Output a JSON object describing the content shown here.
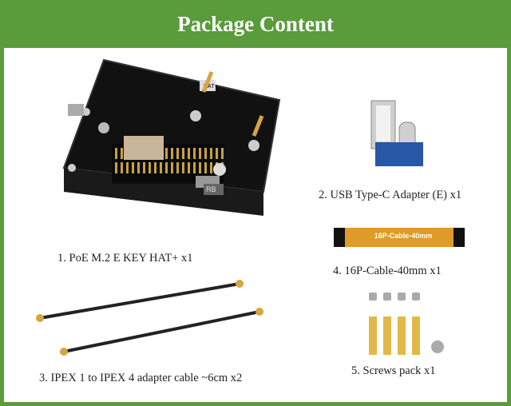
{
  "header": {
    "title": "Package Content"
  },
  "items": [
    {
      "caption": "1. PoE M.2 E KEY HAT+ x1"
    },
    {
      "caption": "2. USB Type-C Adapter (E) x1"
    },
    {
      "caption": "3. IPEX 1 to IPEX 4 adapter cable ~6cm x2"
    },
    {
      "caption": "4. 16P-Cable-40mm x1"
    },
    {
      "caption": "5. Screws pack x1"
    }
  ],
  "ribbon_print": "16P-Cable-40mm",
  "board_labels": {
    "hat_silk": "HAT+",
    "rb_silk": "RB"
  },
  "colors": {
    "accent": "#5a9c3c",
    "header_text": "#ffffff",
    "board": "#111111",
    "gold": "#d6a441"
  }
}
